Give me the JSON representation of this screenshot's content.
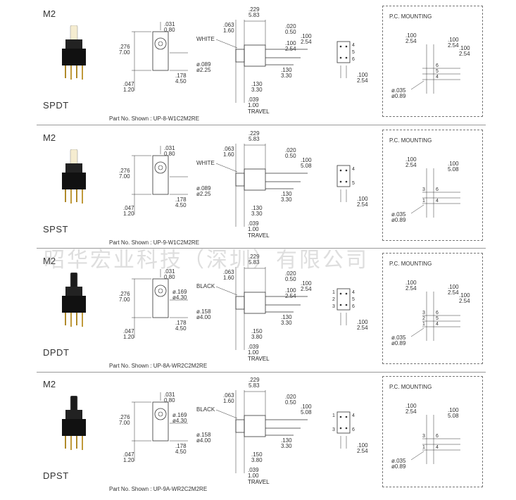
{
  "watermark": "昭华宏业科技（深圳）有限公司",
  "rows": [
    {
      "model": "M2",
      "pole": "SPDT",
      "part": "Part No. Shown : UP-8-W1C2M2RE",
      "actuator_label": "WHITE",
      "actuator_color": "#f5ecd0",
      "pc_title": "P.C. MOUNTING",
      "front": {
        "w1": ".031",
        "w2": "0.80",
        "h1": ".276",
        "h2": "7.00",
        "b1": ".047",
        "b2": "1.20",
        "c1": ".178",
        "c2": "4.50",
        "d1": "",
        "d2": ""
      },
      "side": {
        "t1": ".229",
        "t2": "5.83",
        "a1": ".063",
        "a2": "1.60",
        "s1": ".020",
        "s2": "0.50",
        "p1": ".100",
        "p2": "2.54",
        "q1": ".100",
        "q2": "2.54",
        "dia1": "ø.089",
        "dia2": "ø2.25",
        "l1": ".130",
        "l2": "3.30",
        "r1": ".130",
        "r2": "3.30",
        "tr1": ".039",
        "tr2": "1.00",
        "travel": "TRAVEL"
      },
      "pins": [
        "4",
        "5",
        "6"
      ],
      "pins_left": [
        "",
        "",
        ""
      ],
      "bottom": {
        "v1": ".100",
        "v2": "2.54"
      },
      "pc": {
        "a1": ".100",
        "a2": "2.54",
        "b1": ".100",
        "b2": "2.54",
        "c1": ".100",
        "c2": "2.54",
        "d1": "ø.035",
        "d2": "ø0.89",
        "nums": [
          "6",
          "5",
          "4"
        ],
        "nums_left": [
          "",
          "",
          ""
        ]
      }
    },
    {
      "model": "M2",
      "pole": "SPST",
      "part": "Part No. Shown : UP-9-W1C2M2RE",
      "actuator_label": "WHITE",
      "actuator_color": "#f5ecd0",
      "pc_title": "P.C. MOUNTING",
      "front": {
        "w1": ".031",
        "w2": "0.80",
        "h1": ".276",
        "h2": "7.00",
        "b1": ".047",
        "b2": "1.20",
        "c1": ".178",
        "c2": "4.50",
        "d1": "",
        "d2": ""
      },
      "side": {
        "t1": ".229",
        "t2": "5.83",
        "a1": ".063",
        "a2": "1.60",
        "s1": ".020",
        "s2": "0.50",
        "p1": ".100",
        "p2": "5.08",
        "q1": "",
        "q2": "",
        "dia1": "ø.089",
        "dia2": "ø2.25",
        "l1": ".130",
        "l2": "3.30",
        "r1": ".130",
        "r2": "3.30",
        "tr1": ".039",
        "tr2": "1.00",
        "travel": "TRAVEL"
      },
      "pins": [
        "4",
        "",
        "5"
      ],
      "pins_left": [
        "",
        "",
        ""
      ],
      "bottom": {
        "v1": ".100",
        "v2": "2.54"
      },
      "pc": {
        "a1": ".100",
        "a2": "2.54",
        "b1": ".100",
        "b2": "5.08",
        "c1": "",
        "c2": "",
        "d1": "ø.035",
        "d2": "ø0.89",
        "nums": [
          "6",
          "",
          "4"
        ],
        "nums_left": [
          "3",
          "",
          "1"
        ]
      }
    },
    {
      "model": "M2",
      "pole": "DPDT",
      "part": "Part No. Shown : UP-8A-WR2C2M2RE",
      "actuator_label": "BLACK",
      "actuator_color": "#1a1a1a",
      "pc_title": "P.C. MOUNTING",
      "front": {
        "w1": ".031",
        "w2": "0.80",
        "h1": ".276",
        "h2": "7.00",
        "b1": ".047",
        "b2": "1.20",
        "c1": ".178",
        "c2": "4.50",
        "d1": "ø.169",
        "d2": "ø4.30"
      },
      "side": {
        "t1": ".229",
        "t2": "5.83",
        "a1": ".063",
        "a2": "1.60",
        "s1": ".020",
        "s2": "0.50",
        "p1": ".100",
        "p2": "2.54",
        "q1": ".100",
        "q2": "2.54",
        "dia1": "ø.158",
        "dia2": "ø4.00",
        "l1": ".150",
        "l2": "3.80",
        "r1": ".130",
        "r2": "3.30",
        "tr1": ".039",
        "tr2": "1.00",
        "travel": "TRAVEL"
      },
      "pins": [
        "4",
        "5",
        "6"
      ],
      "pins_left": [
        "1",
        "2",
        "3"
      ],
      "bottom": {
        "v1": ".100",
        "v2": "2.54"
      },
      "pc": {
        "a1": ".100",
        "a2": "2.54",
        "b1": ".100",
        "b2": "2.54",
        "c1": ".100",
        "c2": "2.54",
        "d1": "ø.035",
        "d2": "ø0.89",
        "nums": [
          "6",
          "5",
          "4"
        ],
        "nums_left": [
          "3",
          "2",
          "1"
        ]
      }
    },
    {
      "model": "M2",
      "pole": "DPST",
      "part": "Part No. Shown : UP-9A-WR2C2M2RE",
      "actuator_label": "BLACK",
      "actuator_color": "#1a1a1a",
      "pc_title": "P.C. MOUNTING",
      "front": {
        "w1": ".031",
        "w2": "0.80",
        "h1": ".276",
        "h2": "7.00",
        "b1": ".047",
        "b2": "1.20",
        "c1": ".178",
        "c2": "4.50",
        "d1": "ø.169",
        "d2": "ø4.30"
      },
      "side": {
        "t1": ".229",
        "t2": "5.83",
        "a1": ".063",
        "a2": "1.60",
        "s1": ".020",
        "s2": "0.50",
        "p1": ".100",
        "p2": "5.08",
        "q1": "",
        "q2": "",
        "dia1": "ø.158",
        "dia2": "ø4.00",
        "l1": ".150",
        "l2": "3.80",
        "r1": ".130",
        "r2": "3.30",
        "tr1": ".039",
        "tr2": "1.00",
        "travel": "TRAVEL"
      },
      "pins": [
        "4",
        "",
        "6"
      ],
      "pins_left": [
        "1",
        "",
        "3"
      ],
      "bottom": {
        "v1": ".100",
        "v2": "2.54"
      },
      "pc": {
        "a1": ".100",
        "a2": "2.54",
        "b1": ".100",
        "b2": "5.08",
        "c1": "",
        "c2": "",
        "d1": "ø.035",
        "d2": "ø0.89",
        "nums": [
          "6",
          "",
          "4"
        ],
        "nums_left": [
          "3",
          "",
          "1"
        ]
      }
    }
  ]
}
